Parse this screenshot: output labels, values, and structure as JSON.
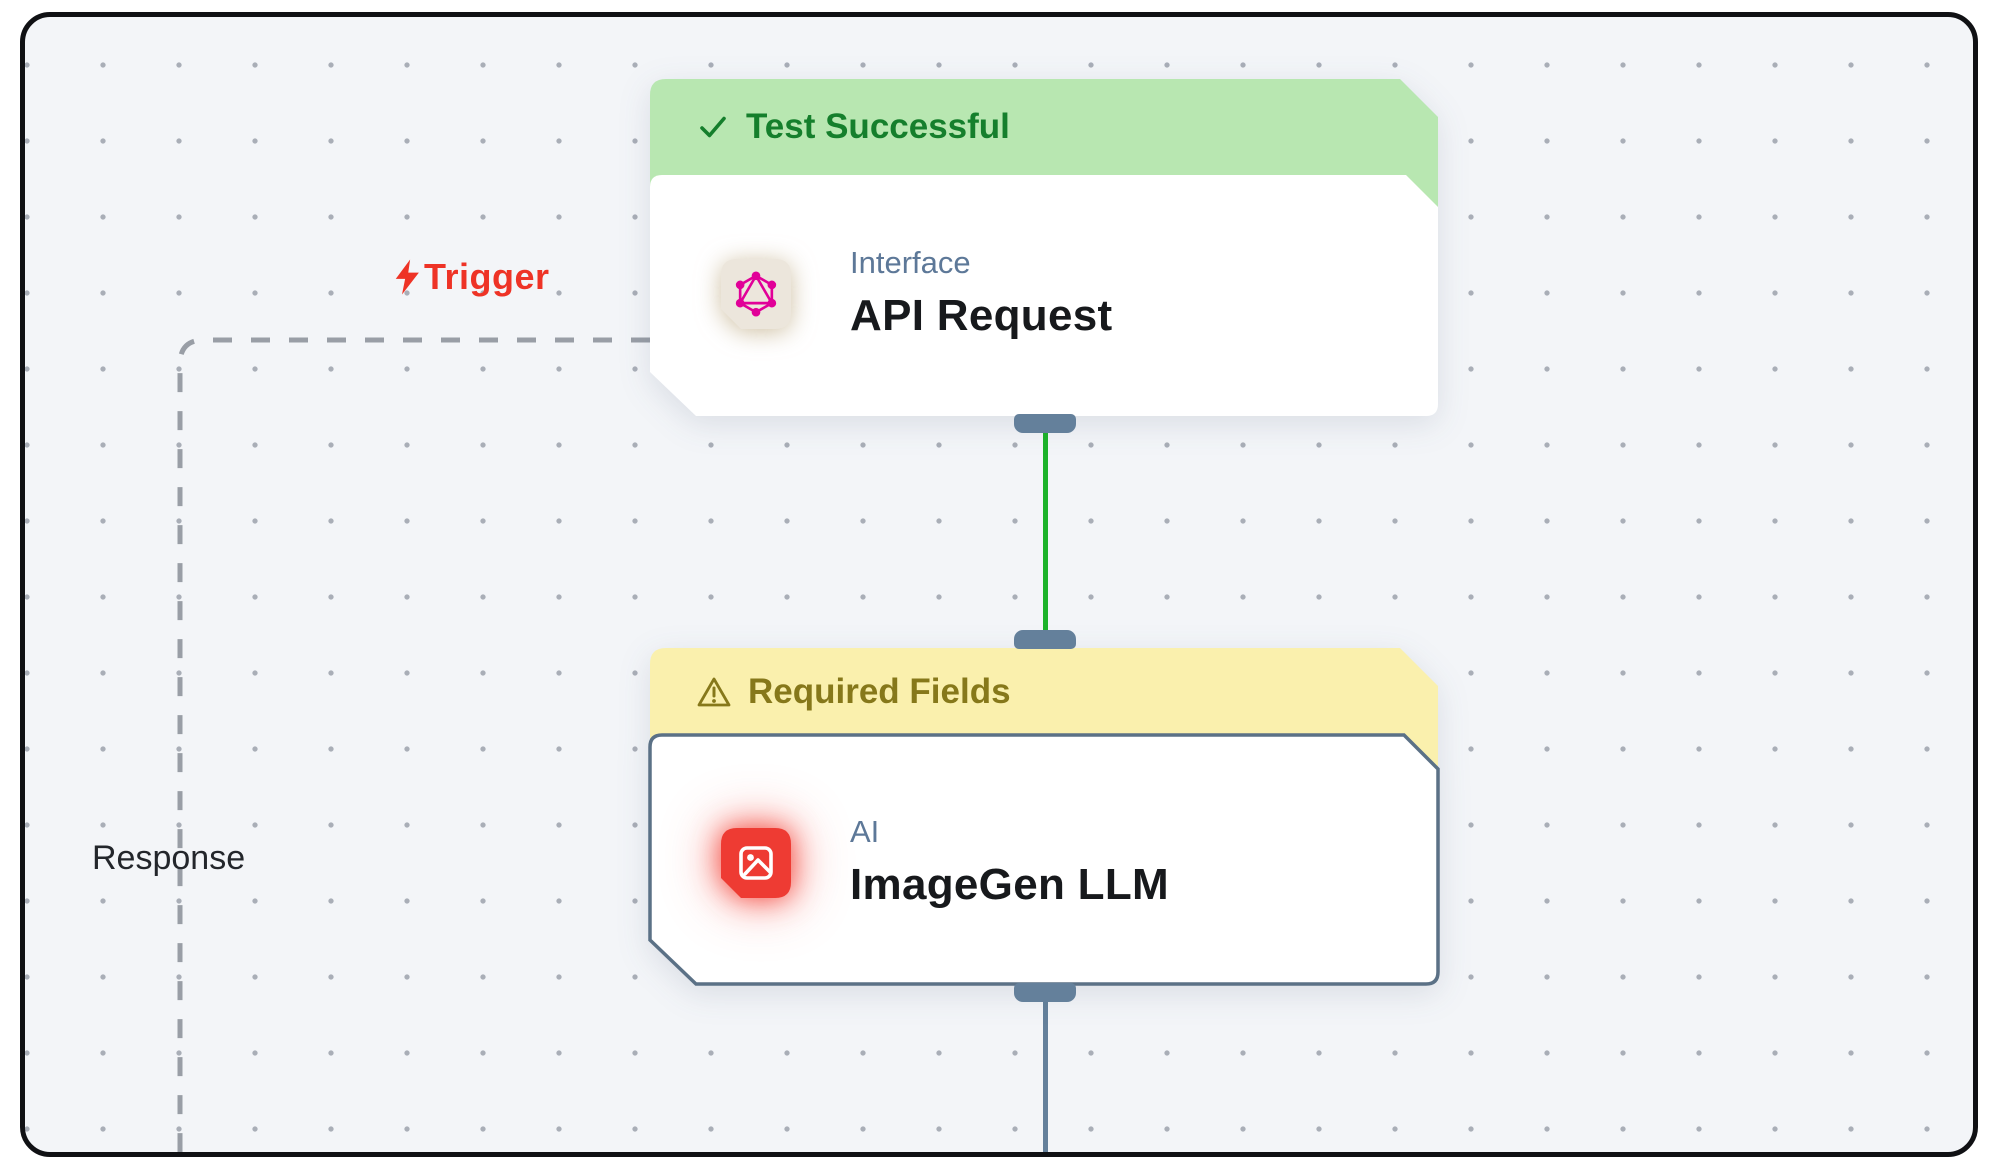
{
  "edges": {
    "trigger_label": "Trigger",
    "response_label": "Response"
  },
  "colors": {
    "canvas_bg": "#f3f5f8",
    "grid_dot": "#a9aeb7",
    "success_banner_bg": "#b8e7b1",
    "success_text": "#157f2c",
    "warning_banner_bg": "#faf0ad",
    "warning_text": "#86781a",
    "card_bg": "#ffffff",
    "card_border": "#5b7186",
    "port": "#64809b",
    "edge_success_green": "#1db32a",
    "edge_default_slate": "#64809b",
    "edge_dashed_gray": "#999ea6",
    "trigger_red": "#ee3326",
    "category_text": "#5d7898",
    "title_text": "#17191c",
    "graphql_pink": "#e10098",
    "imagegen_icon_red": "#ee3b33",
    "graphql_icon_bg": "#ece6dc"
  },
  "nodes": [
    {
      "banner": {
        "text": "Test Successful",
        "state": "success",
        "icon": "check-icon"
      },
      "category": "Interface",
      "title": "API Request",
      "icon": "graphql-icon"
    },
    {
      "banner": {
        "text": "Required Fields",
        "state": "warning",
        "icon": "warning-icon"
      },
      "category": "AI",
      "title": "ImageGen LLM",
      "icon": "image-icon"
    }
  ]
}
